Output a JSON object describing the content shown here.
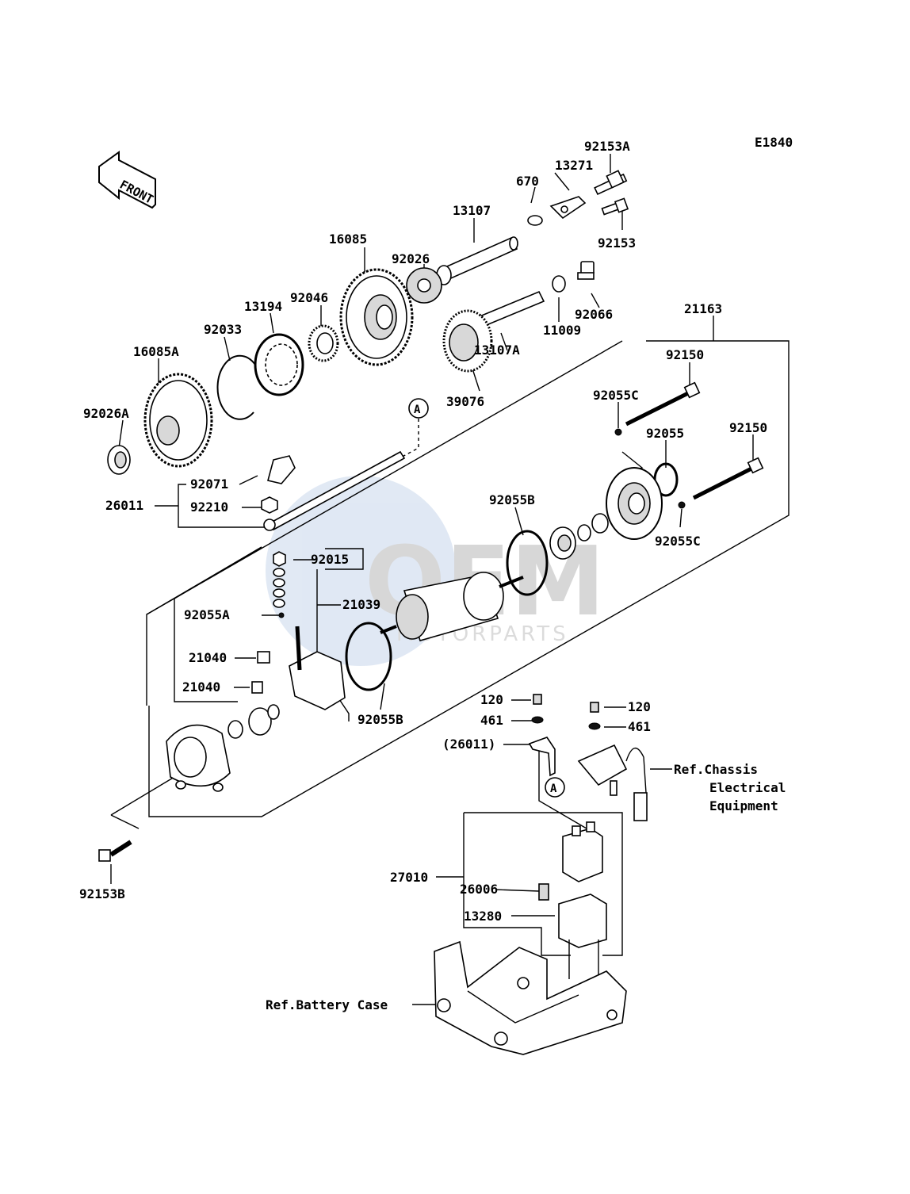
{
  "diagram_code": "E1840",
  "front_label": "FRONT",
  "watermark": {
    "brand": "OEM",
    "sub": "MOTORPARTS"
  },
  "callouts": {
    "A_top": "A",
    "A_bottom": "A"
  },
  "parts": {
    "p92153A": "92153A",
    "p13271": "13271",
    "p670": "670",
    "p13107": "13107",
    "p92153": "92153",
    "p16085": "16085",
    "p92026": "92026",
    "p92066": "92066",
    "p13194": "13194",
    "p92046": "92046",
    "p11009": "11009",
    "p92033": "92033",
    "p13107A": "13107A",
    "p21163": "21163",
    "p16085A": "16085A",
    "p39076": "39076",
    "p92150a": "92150",
    "p92055C_a": "92055C",
    "p92026A": "92026A",
    "p92055": "92055",
    "p92150b": "92150",
    "p92071": "92071",
    "p26011": "26011",
    "p92210": "92210",
    "p92055B_a": "92055B",
    "p92055C_b": "92055C",
    "p92015": "92015",
    "p21039": "21039",
    "p92055A": "92055A",
    "p21040a": "21040",
    "p21040b": "21040",
    "p92055B_b": "92055B",
    "p120a": "120",
    "p120b": "120",
    "p461a": "461",
    "p461b": "461",
    "p26011ref": "(26011)",
    "ref_chassis_1": "Ref.Chassis",
    "ref_chassis_2": "Electrical",
    "ref_chassis_3": "Equipment",
    "p92153B": "92153B",
    "p27010": "27010",
    "p26006": "26006",
    "p13280": "13280",
    "ref_battery": "Ref.Battery Case"
  }
}
